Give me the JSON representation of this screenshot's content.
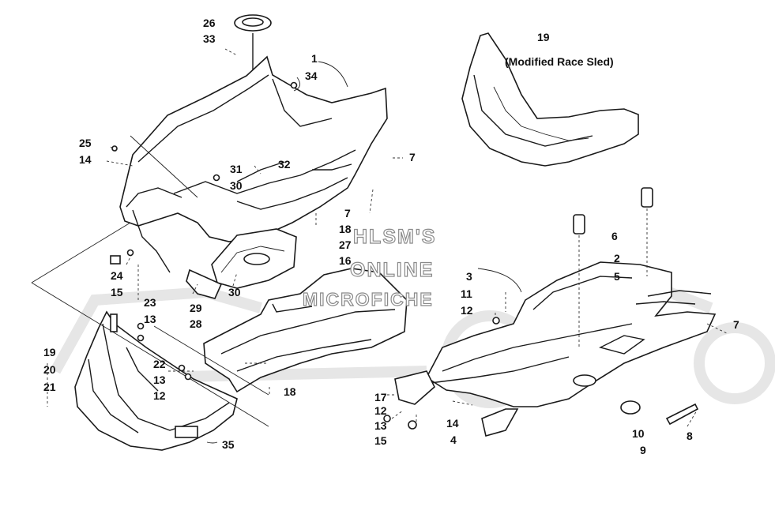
{
  "watermark": {
    "line1": "HLSM'S",
    "line2": "ONLINE",
    "line3": "MICROFICHE"
  },
  "variant_note": {
    "part_number": "19",
    "text": "(Modified Race Sled)"
  },
  "callouts": [
    {
      "id": "c26",
      "label": "26"
    },
    {
      "id": "c33",
      "label": "33"
    },
    {
      "id": "c1",
      "label": "1"
    },
    {
      "id": "c34",
      "label": "34"
    },
    {
      "id": "c25",
      "label": "25"
    },
    {
      "id": "c14a",
      "label": "14"
    },
    {
      "id": "c31",
      "label": "31"
    },
    {
      "id": "c32",
      "label": "32"
    },
    {
      "id": "c30a",
      "label": "30"
    },
    {
      "id": "c7a",
      "label": "7"
    },
    {
      "id": "c7b",
      "label": "7"
    },
    {
      "id": "c18a",
      "label": "18"
    },
    {
      "id": "c27",
      "label": "27"
    },
    {
      "id": "c16",
      "label": "16"
    },
    {
      "id": "c24",
      "label": "24"
    },
    {
      "id": "c15a",
      "label": "15"
    },
    {
      "id": "c30b",
      "label": "30"
    },
    {
      "id": "c23",
      "label": "23"
    },
    {
      "id": "c13a",
      "label": "13"
    },
    {
      "id": "c29",
      "label": "29"
    },
    {
      "id": "c28",
      "label": "28"
    },
    {
      "id": "c19",
      "label": "19"
    },
    {
      "id": "c20",
      "label": "20"
    },
    {
      "id": "c21",
      "label": "21"
    },
    {
      "id": "c22",
      "label": "22"
    },
    {
      "id": "c13b",
      "label": "13"
    },
    {
      "id": "c12a",
      "label": "12"
    },
    {
      "id": "c18b",
      "label": "18"
    },
    {
      "id": "c35",
      "label": "35"
    },
    {
      "id": "c6",
      "label": "6"
    },
    {
      "id": "c2",
      "label": "2"
    },
    {
      "id": "c3",
      "label": "3"
    },
    {
      "id": "c5",
      "label": "5"
    },
    {
      "id": "c11",
      "label": "11"
    },
    {
      "id": "c12b",
      "label": "12"
    },
    {
      "id": "c7c",
      "label": "7"
    },
    {
      "id": "c17",
      "label": "17"
    },
    {
      "id": "c12c",
      "label": "12"
    },
    {
      "id": "c13c",
      "label": "13"
    },
    {
      "id": "c15b",
      "label": "15"
    },
    {
      "id": "c14b",
      "label": "14"
    },
    {
      "id": "c4",
      "label": "4"
    },
    {
      "id": "c10",
      "label": "10"
    },
    {
      "id": "c9",
      "label": "9"
    },
    {
      "id": "c8",
      "label": "8"
    }
  ]
}
